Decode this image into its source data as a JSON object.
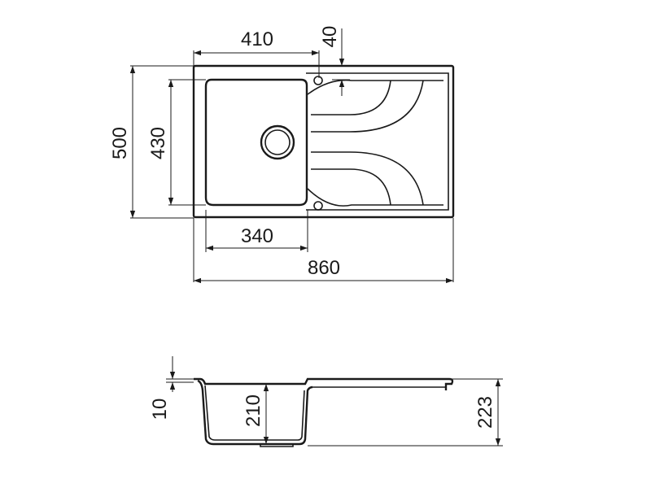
{
  "top_view": {
    "dims": {
      "overall_width": "860",
      "overall_depth": "500",
      "bowl_depth": "430",
      "bowl_width": "340",
      "hole_offset": "410",
      "hole_setback": "40"
    }
  },
  "side_view": {
    "dims": {
      "rim_thickness": "10",
      "bowl_height": "210",
      "overall_height": "223"
    }
  }
}
